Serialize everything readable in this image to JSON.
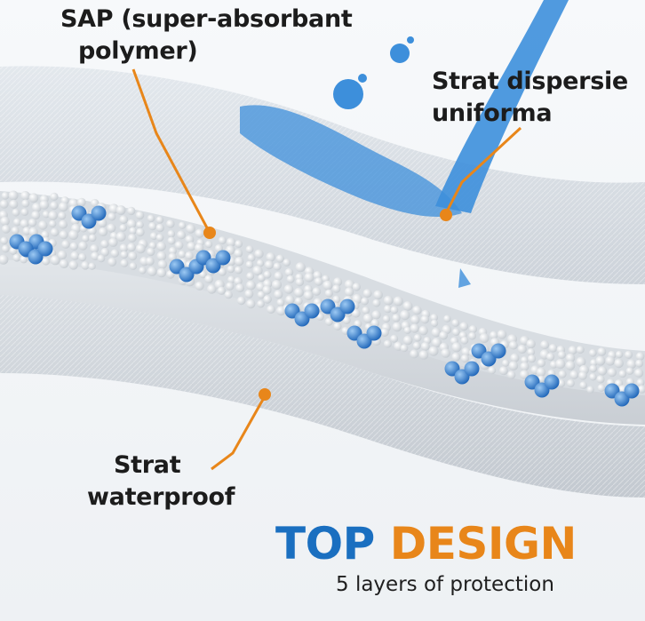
{
  "labels": {
    "sap_line1": "SAP (super-absorbant",
    "sap_line2": "polymer)",
    "dispersie_line1": "Strat dispersie",
    "dispersie_line2": "uniforma",
    "waterproof_line1": "Strat",
    "waterproof_line2": "waterproof"
  },
  "brand": {
    "word1": "TOP",
    "word2": "DESIGN",
    "tagline": "5 layers of protection"
  },
  "colors": {
    "leader": "#e8861a",
    "brand_blue": "#1a6fc0",
    "brand_orange": "#e8861a",
    "water": "#3d8fdb",
    "sap_bead": "#e9ecef",
    "sheet": "#dfe4e9"
  }
}
